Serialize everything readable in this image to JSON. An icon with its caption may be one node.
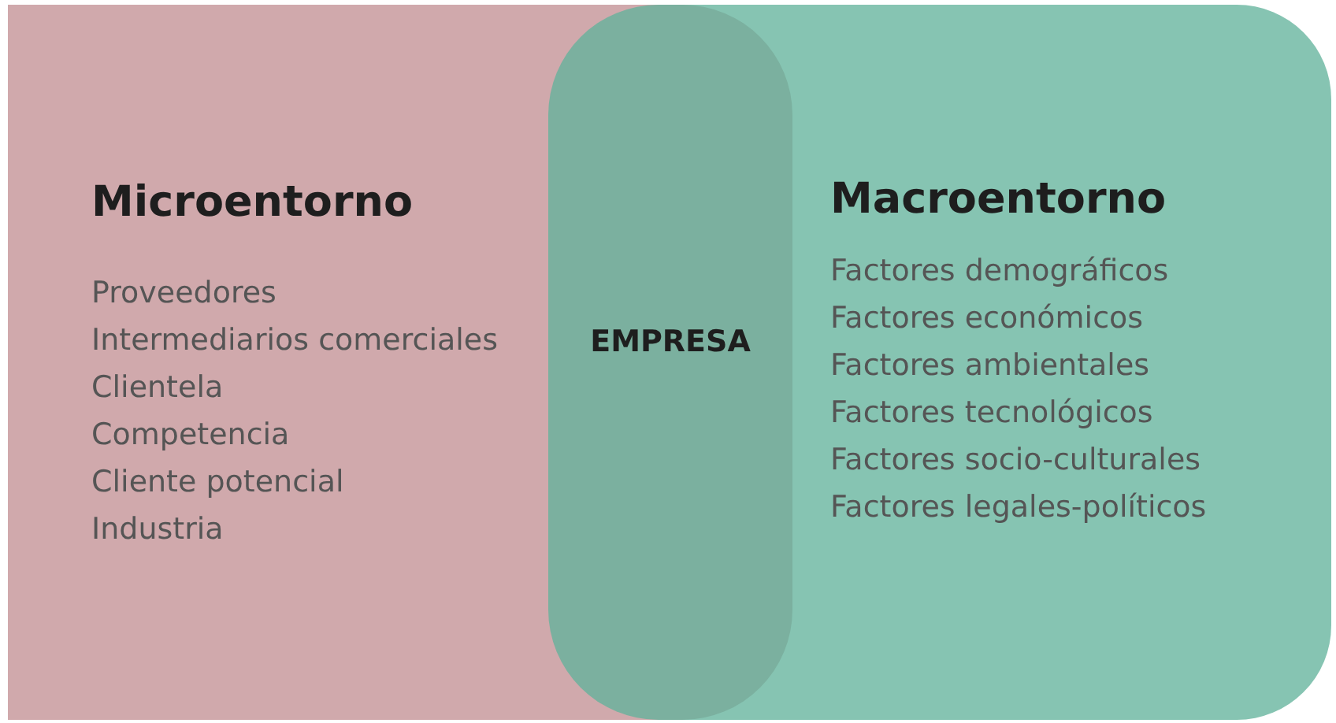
{
  "diagram": {
    "nodes": [
      {
        "text": [
          "Microentorno",
          "Proveedores",
          "Intermediarios comerciales",
          "Clientela",
          "Competencia",
          "Cliente potencial",
          "Industria"
        ]
      },
      {
        "text": [
          "Macroentorno",
          "Factores demográficos",
          "Factores económicos",
          "Factores ambientales",
          "Factores tecnológicos",
          "Factores socio-culturales",
          "Factores legales-políticos"
        ]
      },
      {
        "text": [
          "EMPRESA"
        ]
      }
    ]
  }
}
